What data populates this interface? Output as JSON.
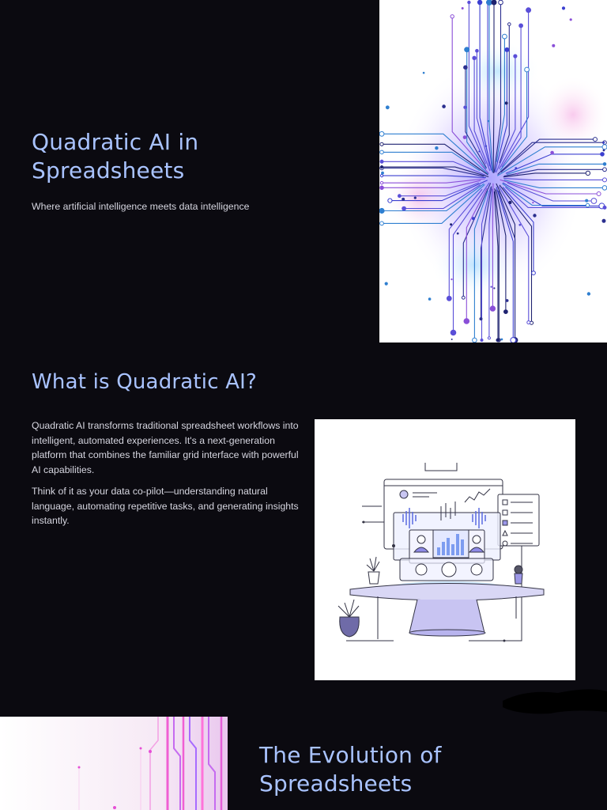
{
  "hero": {
    "title": "Quadratic AI in Spreadsheets",
    "subtitle": "Where artificial intelligence meets data intelligence",
    "image_icon": "circuit-brain-icon"
  },
  "what": {
    "title": "What is Quadratic AI?",
    "paragraph_1": "Quadratic AI transforms traditional spreadsheet workflows into intelligent, automated experiences. It's a next-generation platform that combines the familiar grid interface with powerful AI capabilities.",
    "paragraph_2": "Think of it as your data co-pilot—understanding natural language, automating repetitive tasks, and generating insights instantly.",
    "image_icon": "holographic-table-icon"
  },
  "evolution": {
    "title": "The Evolution of Spreadsheets",
    "image_icon": "neon-circuit-icon"
  },
  "colors": {
    "background": "#0b0a10",
    "heading": "#a9c3ff",
    "body_text": "#d6d6e0",
    "circuit_blue": "#3b3fd0",
    "circuit_purple": "#8a4fd8",
    "neon_pink": "#e64fd6"
  }
}
